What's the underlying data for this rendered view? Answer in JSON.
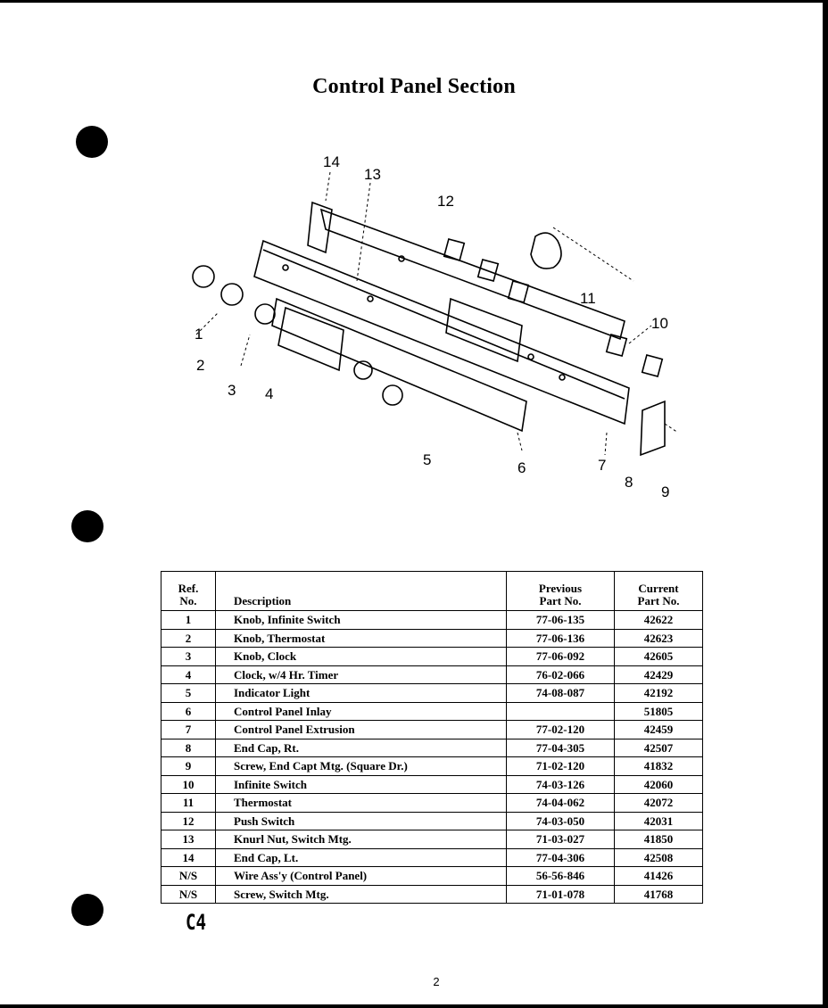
{
  "page": {
    "title": "Control Panel Section",
    "page_code": "C4",
    "page_number": "2"
  },
  "diagram": {
    "callouts": [
      "1",
      "2",
      "3",
      "4",
      "5",
      "6",
      "7",
      "8",
      "9",
      "10",
      "11",
      "12",
      "13",
      "14"
    ]
  },
  "table": {
    "headers": {
      "ref": [
        "Ref.",
        "No."
      ],
      "description": "Description",
      "previous": [
        "Previous",
        "Part No."
      ],
      "current": [
        "Current",
        "Part No."
      ]
    },
    "rows": [
      {
        "ref": "1",
        "description": "Knob, Infinite Switch",
        "previous": "77-06-135",
        "current": "42622"
      },
      {
        "ref": "2",
        "description": "Knob, Thermostat",
        "previous": "77-06-136",
        "current": "42623"
      },
      {
        "ref": "3",
        "description": "Knob, Clock",
        "previous": "77-06-092",
        "current": "42605"
      },
      {
        "ref": "4",
        "description": "Clock, w/4 Hr. Timer",
        "previous": "76-02-066",
        "current": "42429"
      },
      {
        "ref": "5",
        "description": "Indicator Light",
        "previous": "74-08-087",
        "current": "42192"
      },
      {
        "ref": "6",
        "description": "Control Panel Inlay",
        "previous": "",
        "current": "51805"
      },
      {
        "ref": "7",
        "description": "Control Panel Extrusion",
        "previous": "77-02-120",
        "current": "42459"
      },
      {
        "ref": "8",
        "description": "End Cap, Rt.",
        "previous": "77-04-305",
        "current": "42507"
      },
      {
        "ref": "9",
        "description": "Screw, End Capt Mtg. (Square Dr.)",
        "previous": "71-02-120",
        "current": "41832"
      },
      {
        "ref": "10",
        "description": "Infinite Switch",
        "previous": "74-03-126",
        "current": "42060"
      },
      {
        "ref": "11",
        "description": "Thermostat",
        "previous": "74-04-062",
        "current": "42072"
      },
      {
        "ref": "12",
        "description": "Push Switch",
        "previous": "74-03-050",
        "current": "42031"
      },
      {
        "ref": "13",
        "description": "Knurl Nut, Switch Mtg.",
        "previous": "71-03-027",
        "current": "41850"
      },
      {
        "ref": "14",
        "description": "End Cap, Lt.",
        "previous": "77-04-306",
        "current": "42508"
      },
      {
        "ref": "N/S",
        "description": "Wire Ass'y (Control Panel)",
        "previous": "56-56-846",
        "current": "41426"
      },
      {
        "ref": "N/S",
        "description": "Screw, Switch Mtg.",
        "previous": "71-01-078",
        "current": "41768"
      }
    ]
  }
}
